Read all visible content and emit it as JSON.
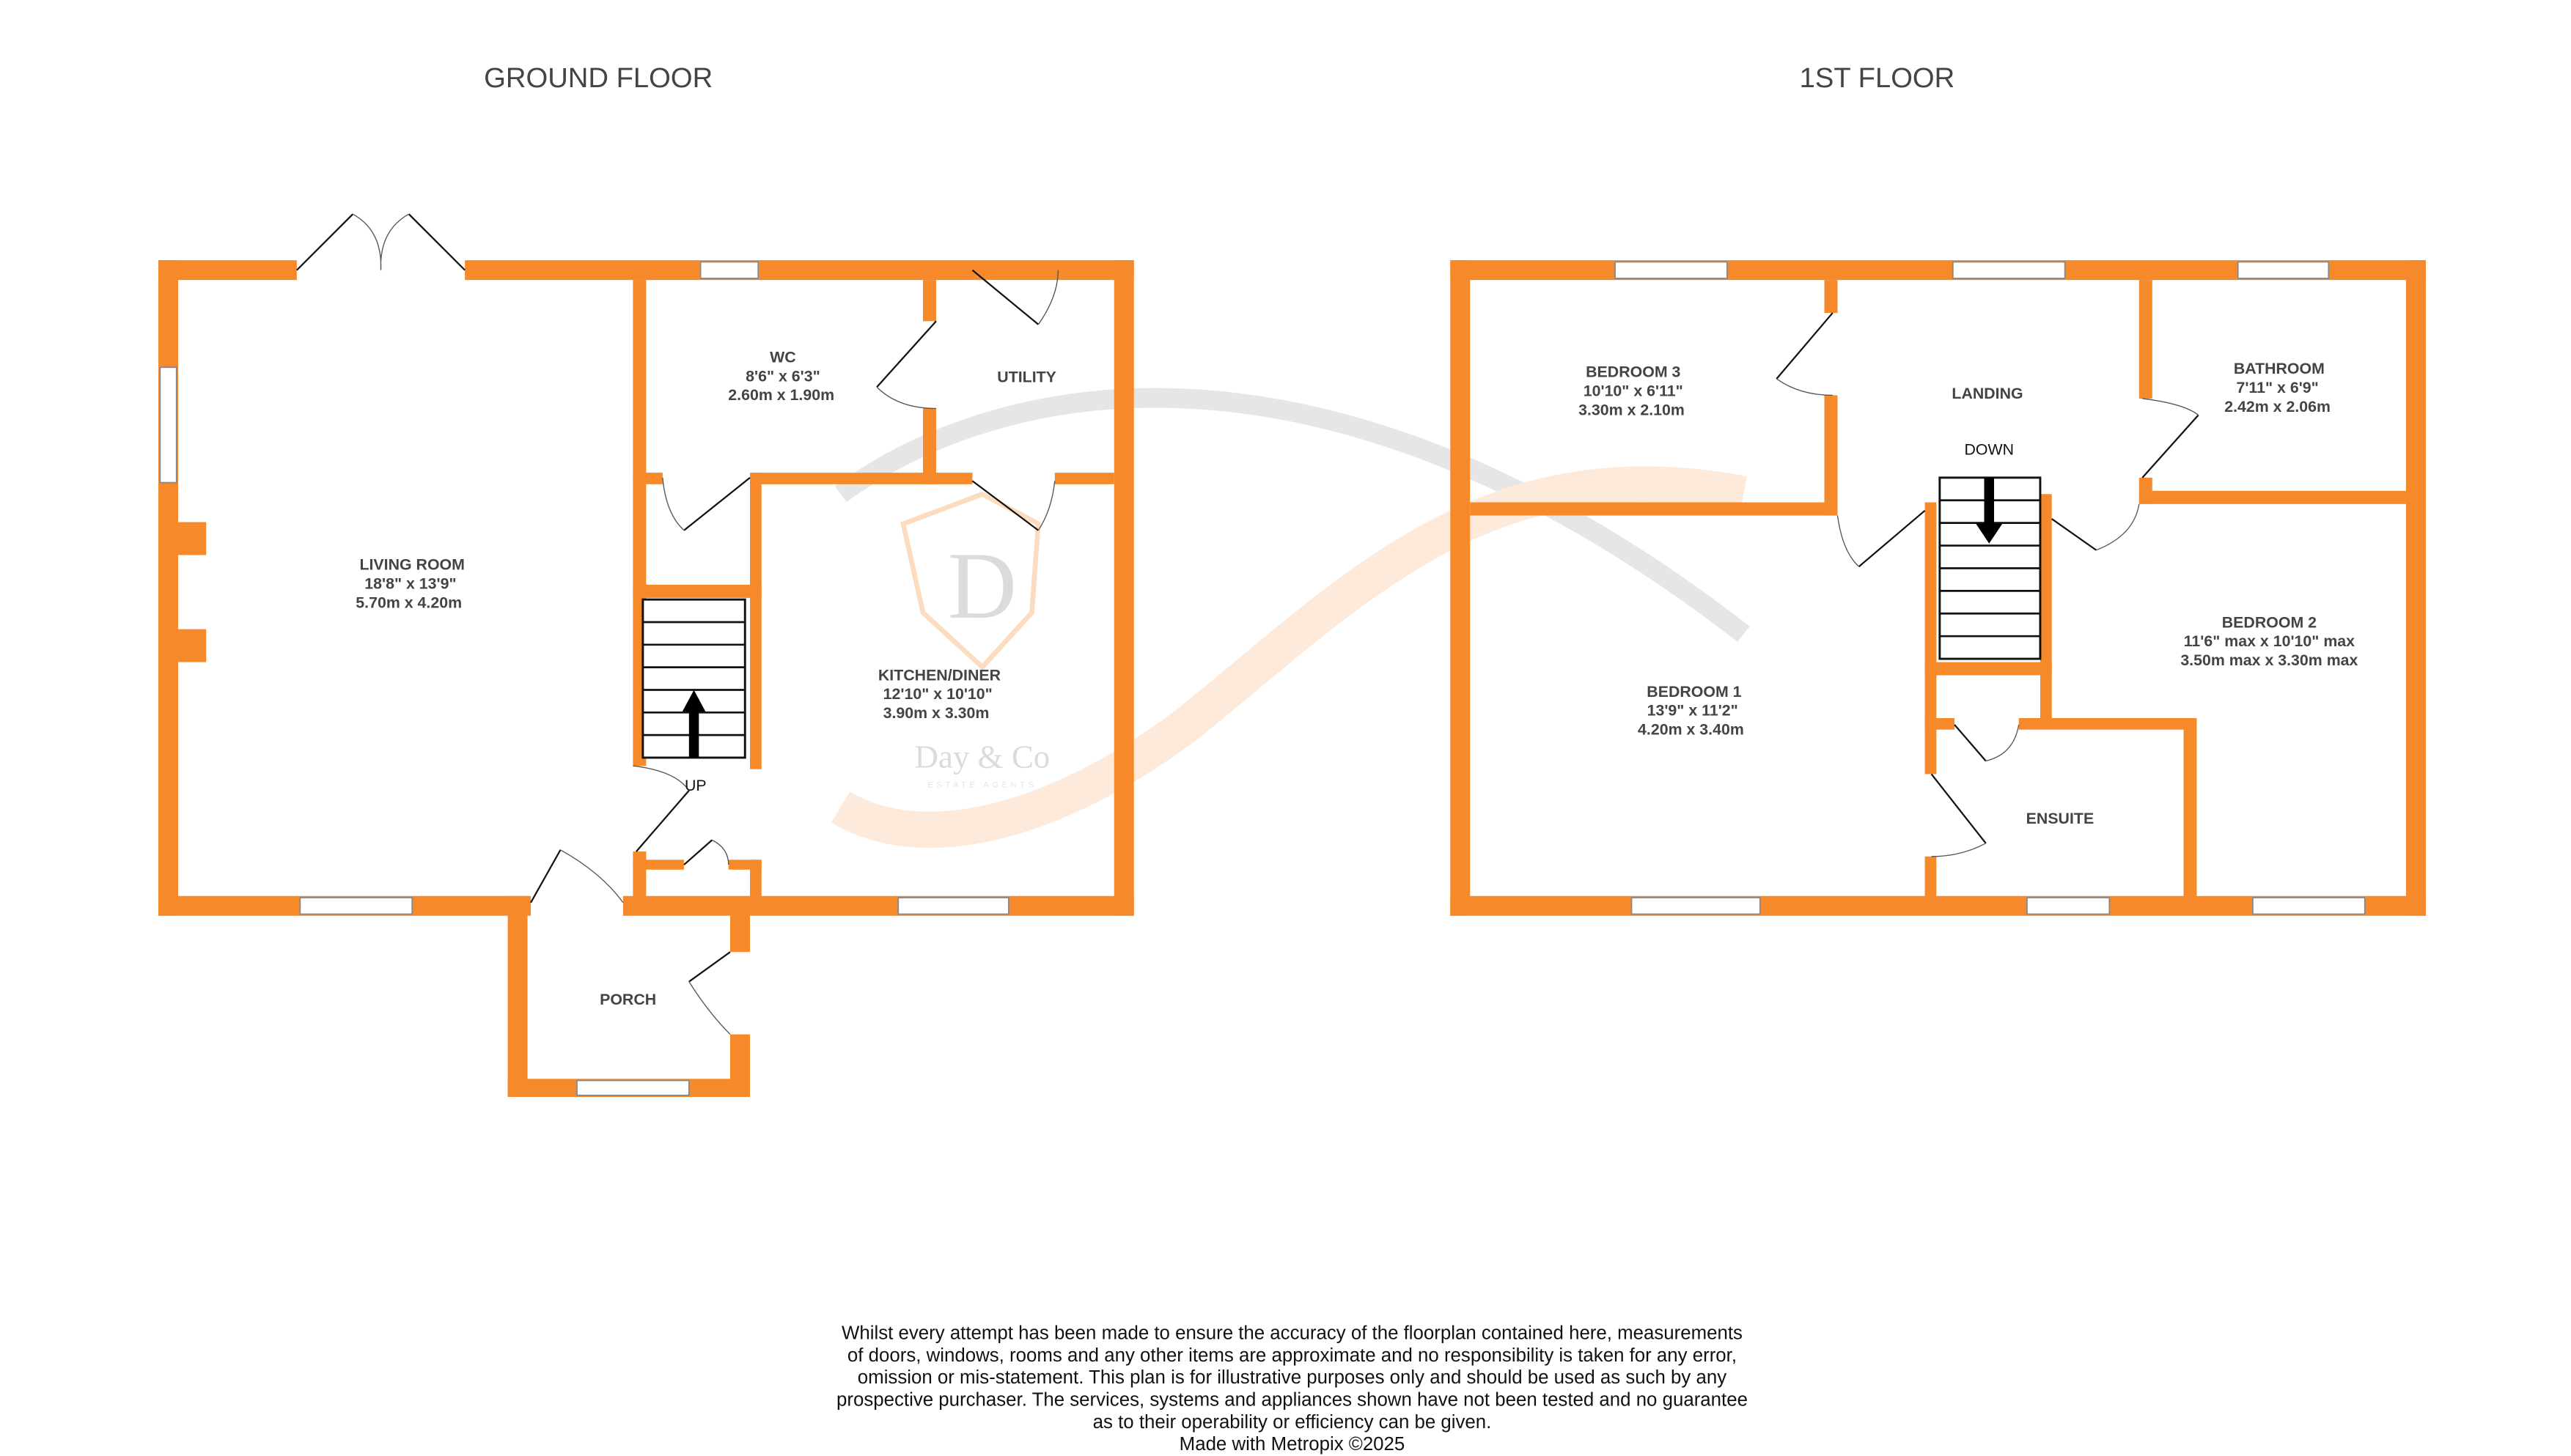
{
  "floors": [
    {
      "title": "GROUND FLOOR",
      "stair_label": "UP"
    },
    {
      "title": "1ST FLOOR",
      "stair_label": "DOWN"
    }
  ],
  "rooms": [
    {
      "name": "LIVING ROOM",
      "imperial": "18'8\"  x 13'9\"",
      "metric": "5.70m  x 4.20m"
    },
    {
      "name": "WC",
      "imperial": "8'6\"  x 6'3\"",
      "metric": "2.60m  x 1.90m"
    },
    {
      "name": "UTILITY"
    },
    {
      "name": "KITCHEN/DINER",
      "imperial": "12'10\"  x 10'10\"",
      "metric": "3.90m  x 3.30m"
    },
    {
      "name": "PORCH"
    },
    {
      "name": "BEDROOM 3",
      "imperial": "10'10\"  x 6'11\"",
      "metric": "3.30m  x 2.10m"
    },
    {
      "name": "LANDING"
    },
    {
      "name": "BATHROOM",
      "imperial": "7'11\"  x 6'9\"",
      "metric": "2.42m  x 2.06m"
    },
    {
      "name": "BEDROOM 1",
      "imperial": "13'9\"  x 11'2\"",
      "metric": "4.20m  x 3.40m"
    },
    {
      "name": "BEDROOM 2",
      "imperial": "11'6\" max x 10'10\" max",
      "metric": "3.50m max x 3.30m max"
    },
    {
      "name": "ENSUITE"
    }
  ],
  "watermark": {
    "brand": "Day & Co",
    "tagline": "ESTATE AGENTS",
    "monogram": "D"
  },
  "disclaimer": [
    "Whilst every attempt has been made to ensure the accuracy of the floorplan contained here, measurements",
    "of doors, windows, rooms and any other items are approximate and no responsibility is taken for any error,",
    "omission or mis-statement. This plan is for illustrative purposes only and should be used as such by any",
    "prospective purchaser. The services, systems and appliances shown have not been tested and no guarantee",
    "as to their operability or efficiency can be given.",
    "Made with Metropix ©2025"
  ],
  "colors": {
    "wall": "#F68A2A",
    "text": "#444444"
  }
}
